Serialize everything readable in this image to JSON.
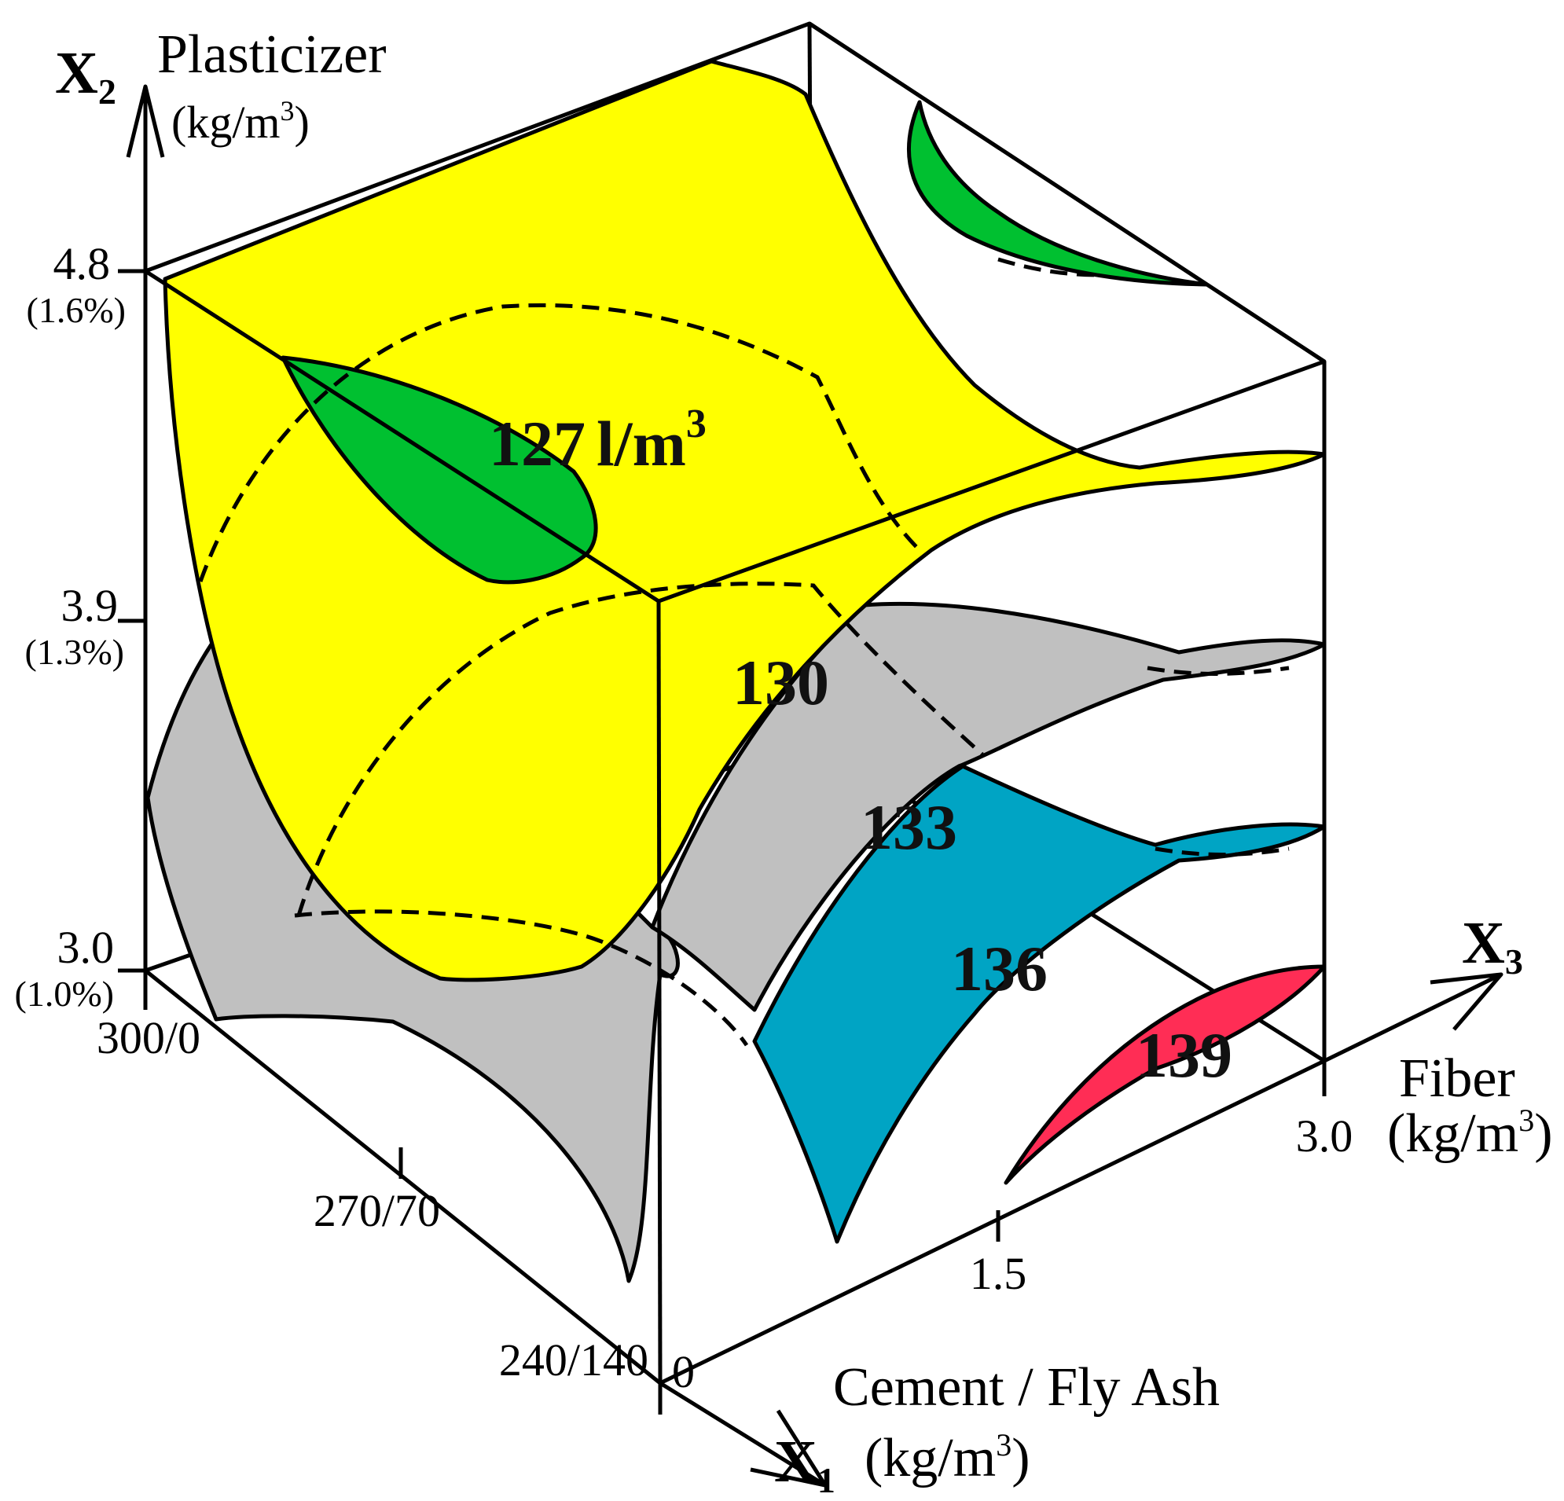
{
  "axes": {
    "x1": {
      "symbol": "X",
      "subscript": "1",
      "name": "Cement / Fly Ash",
      "unit_prefix": "(kg/m",
      "unit_sup": "3",
      "unit_suffix": ")",
      "ticks": [
        "300/0",
        "270/70",
        "240/140"
      ]
    },
    "x2": {
      "symbol": "X",
      "subscript": "2",
      "name": "Plasticizer",
      "unit_prefix": "(kg/m",
      "unit_sup": "3",
      "unit_suffix": ")",
      "ticks": [
        {
          "value": "4.8",
          "pct": "(1.6%)"
        },
        {
          "value": "3.9",
          "pct": "(1.3%)"
        },
        {
          "value": "3.0",
          "pct": "(1.0%)"
        }
      ]
    },
    "x3": {
      "symbol": "X",
      "subscript": "3",
      "name": "Fiber",
      "unit_prefix": "(kg/m",
      "unit_sup": "3",
      "unit_suffix": ")",
      "ticks": [
        "0",
        "1.5",
        "3.0"
      ]
    }
  },
  "isosurfaces": [
    {
      "label": "127",
      "unit_prefix": "l/m",
      "unit_sup": "3",
      "color": "#00c030"
    },
    {
      "label": "130",
      "color": "#ffff00"
    },
    {
      "label": "133",
      "color": "#c0c0c0"
    },
    {
      "label": "136",
      "color": "#00a4c4"
    },
    {
      "label": "139",
      "color": "#ff2d55"
    }
  ]
}
